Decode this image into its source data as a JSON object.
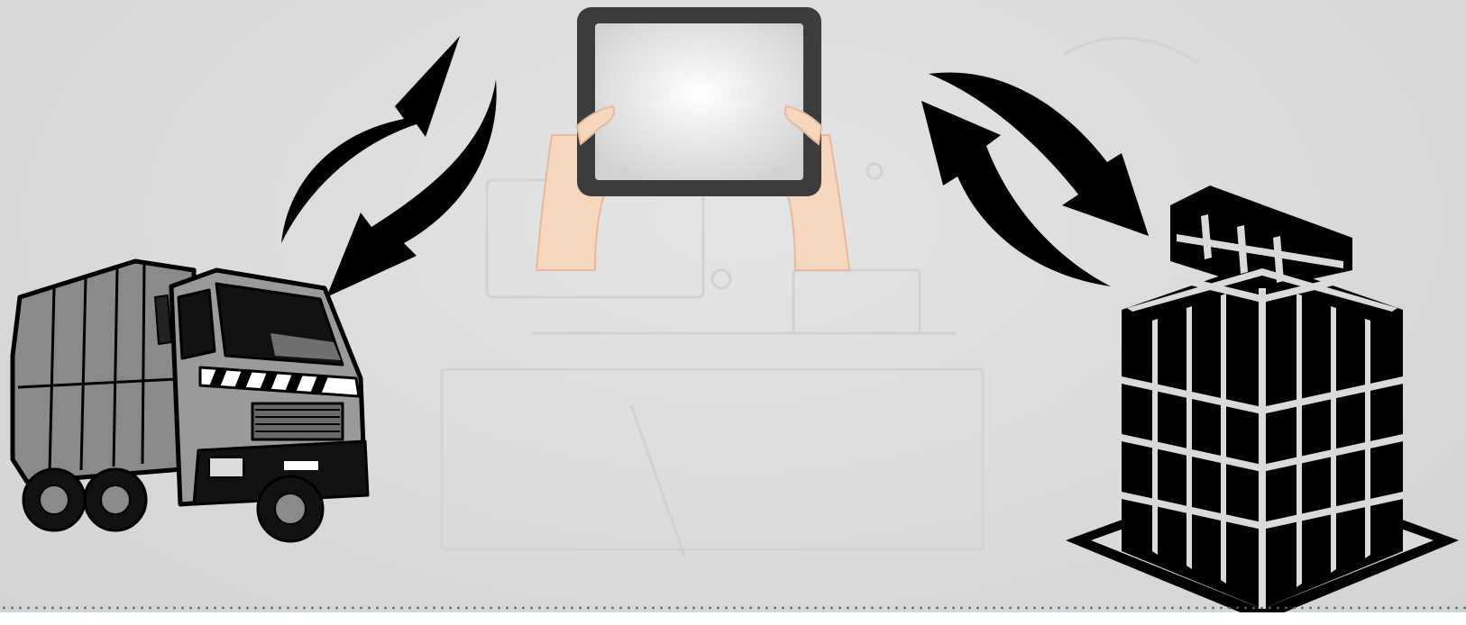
{
  "nodes": [
    {
      "id": "tablet",
      "icon": "tablet-in-hands-icon"
    },
    {
      "id": "truck",
      "icon": "garbage-truck-icon"
    },
    {
      "id": "building",
      "icon": "office-building-icon"
    }
  ],
  "links": [
    {
      "from": "tablet",
      "to": "truck",
      "direction": "bidirectional",
      "icon": "sync-arrows-icon"
    },
    {
      "from": "tablet",
      "to": "building",
      "direction": "bidirectional",
      "icon": "sync-arrows-icon"
    }
  ],
  "colors": {
    "background": "#dcdddd",
    "arrow": "#000000",
    "truck_body": "#8a8a8a",
    "tablet_frame": "#3c3c3c",
    "skin": "#f6d6bd",
    "building": "#000000",
    "divider_dots": "#4a6a76"
  }
}
